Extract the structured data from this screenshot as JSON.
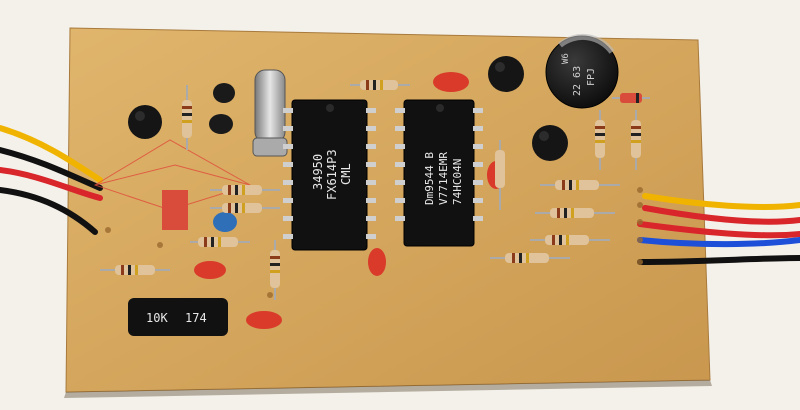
{
  "photo": {
    "components": {
      "ic1": {
        "line1": "CML",
        "line2": "FX614P3",
        "line3": "34950"
      },
      "ic2": {
        "line1": "74HC04N",
        "line2": "V7714EMR",
        "line3": "Dm9544 B"
      },
      "sip_resistor": {
        "line1": "10K",
        "line2": "174"
      },
      "capacitor": {
        "label": "22 63",
        "brand": "FPJ",
        "mark": "W6"
      }
    },
    "colors": {
      "pcb": "#d9a95f",
      "background": "#f4f1ea",
      "ic_body": "#111111",
      "wire_red": "#d8262b",
      "wire_yellow": "#f0b400",
      "wire_blue": "#1d4fd8",
      "wire_black": "#111111"
    }
  }
}
